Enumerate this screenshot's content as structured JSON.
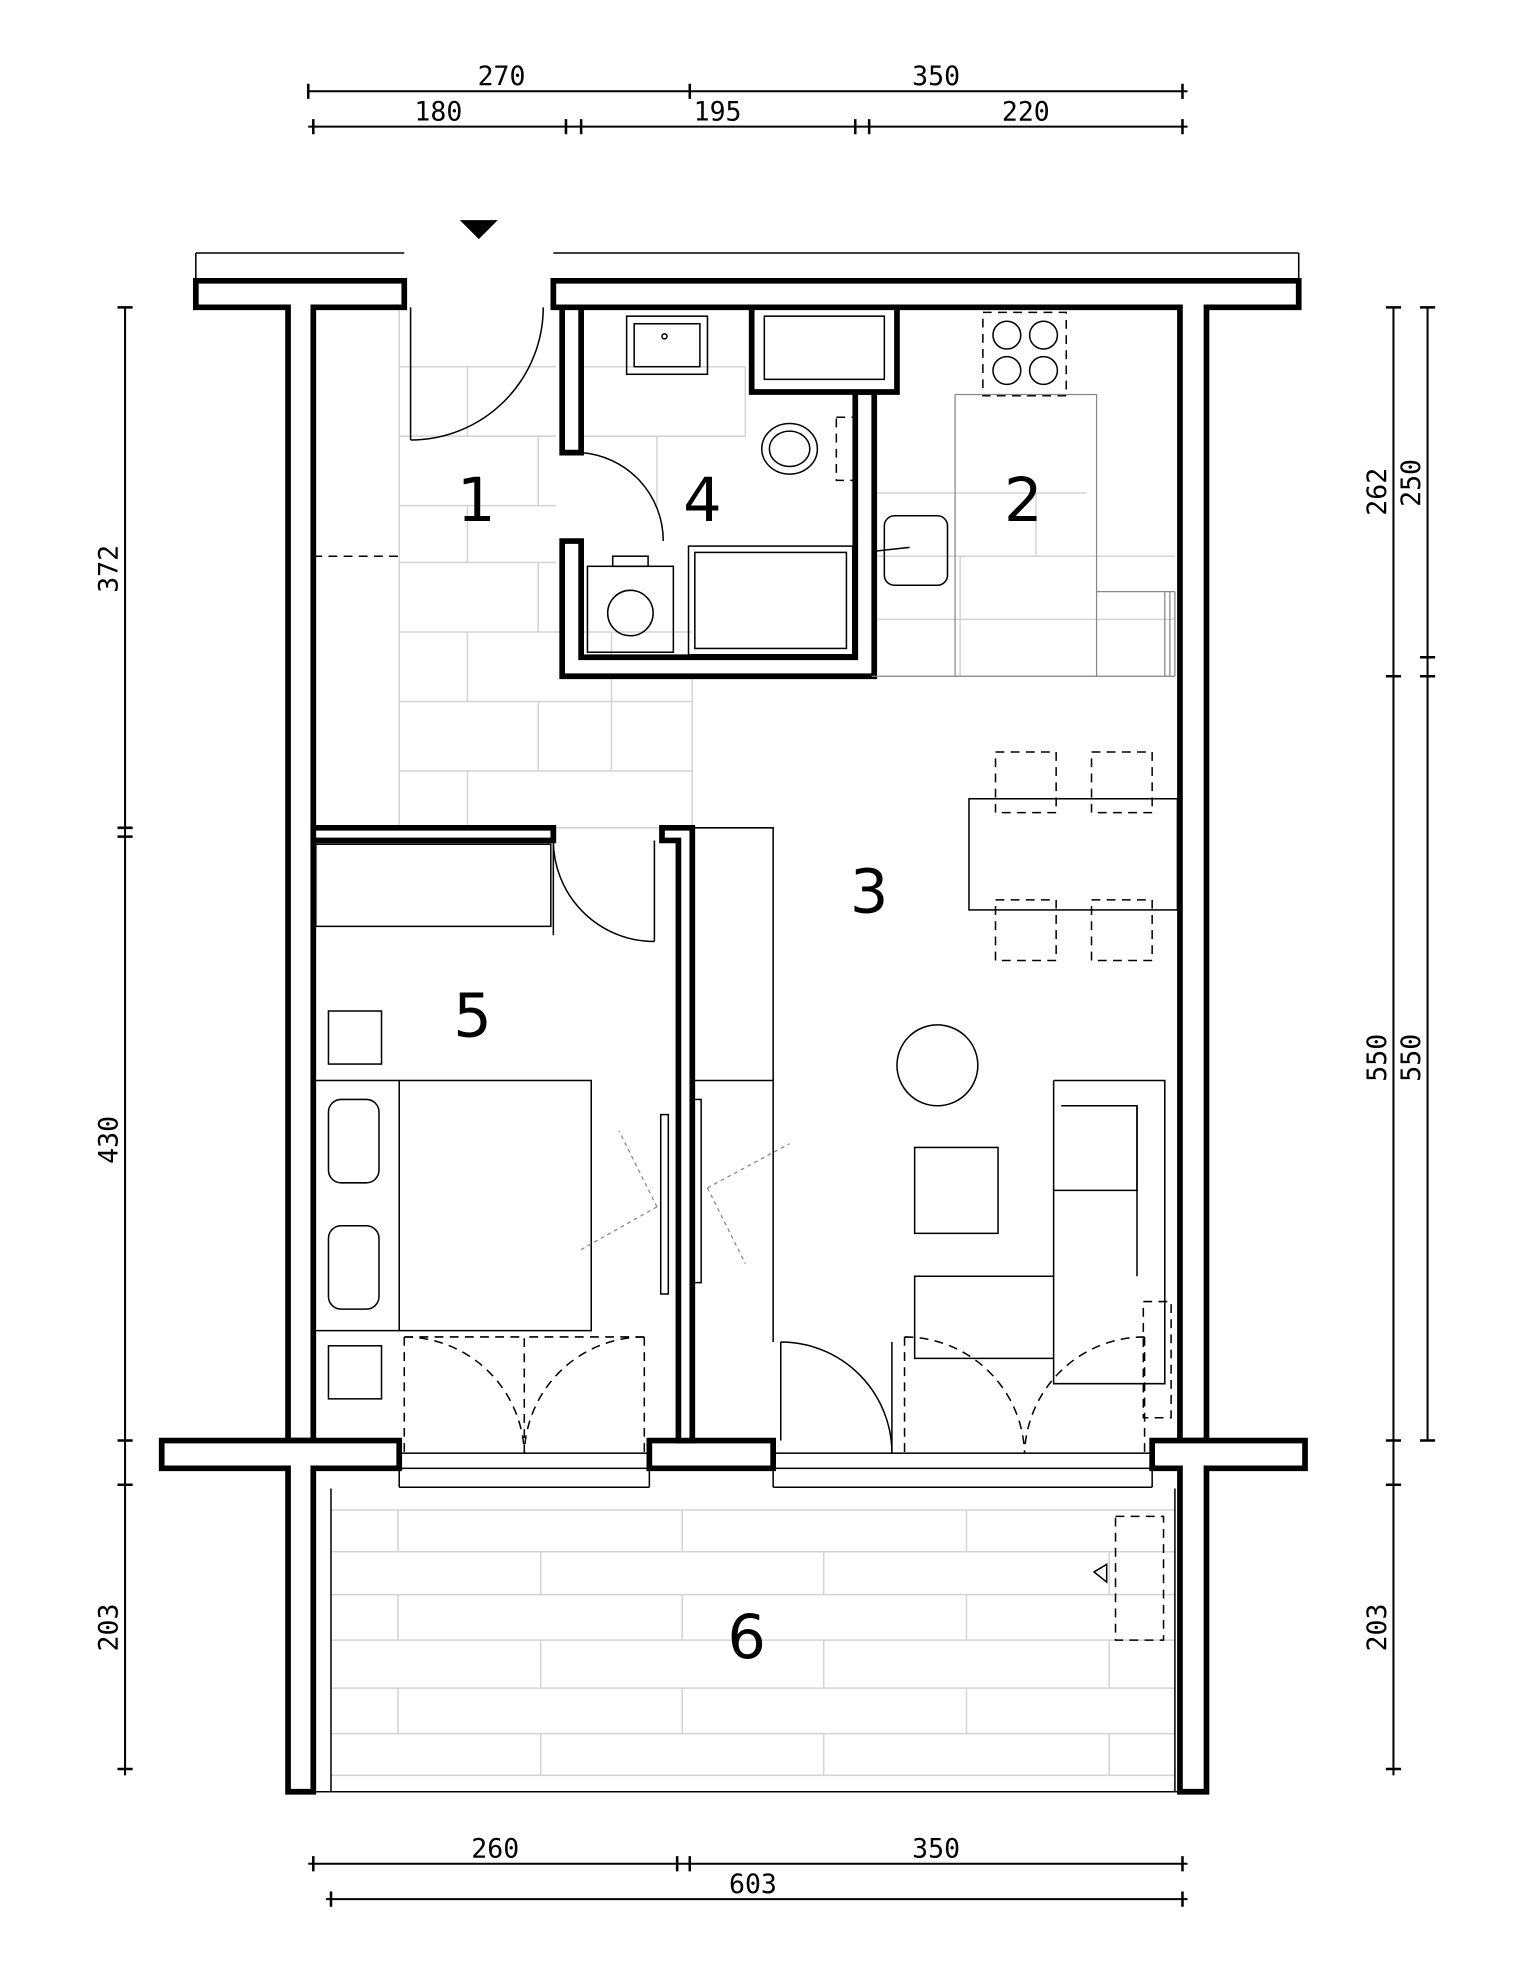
{
  "plan": {
    "rooms": [
      {
        "number": "1"
      },
      {
        "number": "2"
      },
      {
        "number": "3"
      },
      {
        "number": "4"
      },
      {
        "number": "5"
      },
      {
        "number": "6"
      }
    ],
    "dimensions": {
      "top_row1": [
        "270",
        "350"
      ],
      "top_row2": [
        "180",
        "195",
        "220"
      ],
      "left": [
        "372",
        "430",
        "203"
      ],
      "right_outer": [
        "262",
        "550",
        "203"
      ],
      "right_inner": [
        "250",
        "550"
      ],
      "bottom_row1": [
        "260",
        "350"
      ],
      "bottom_row2": [
        "603"
      ]
    },
    "entrance_marker": "entrance-arrow"
  }
}
